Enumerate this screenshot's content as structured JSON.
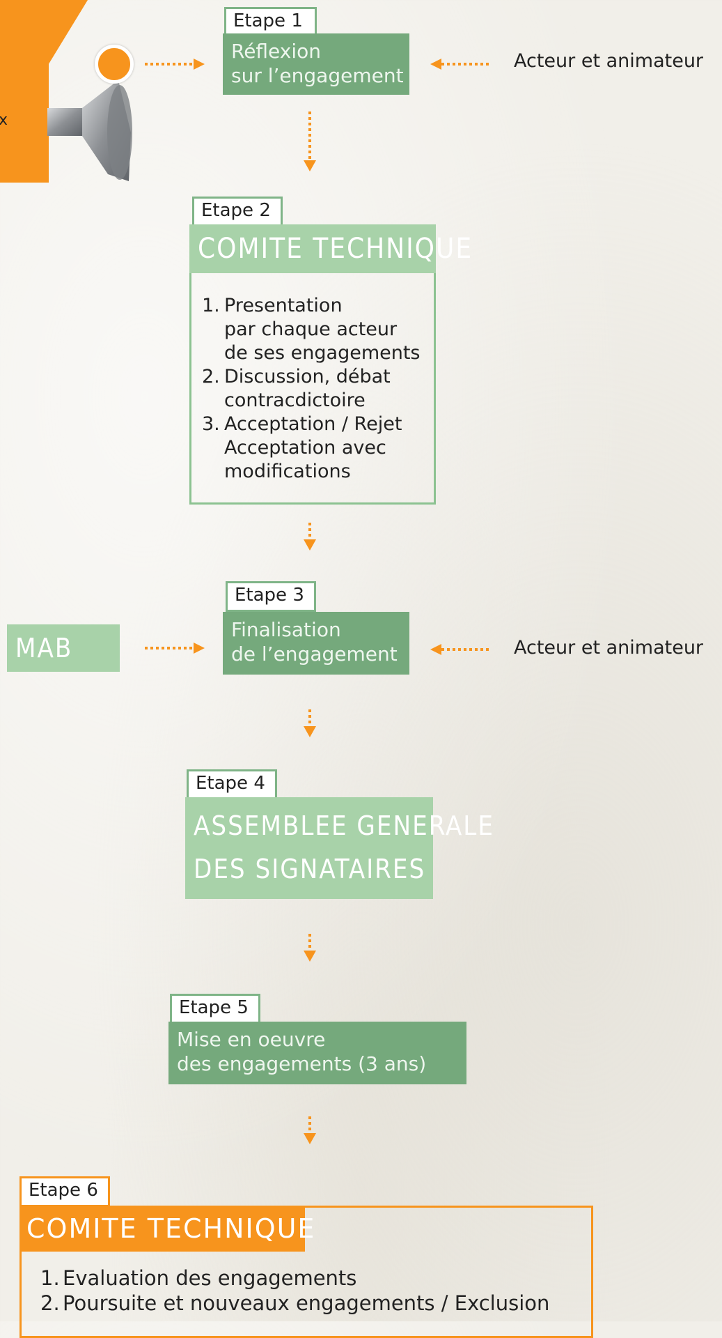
{
  "left_panel": {
    "snippet": "x"
  },
  "steps": [
    {
      "label": "Etape 1",
      "lines": [
        "Réflexion",
        "sur l’engagement"
      ],
      "side_right": "Acteur et animateur"
    },
    {
      "label": "Etape 2",
      "header": "Comite technique",
      "items": [
        {
          "num": "1.",
          "lines": [
            "Presentation",
            "par chaque acteur",
            "de ses engagements"
          ]
        },
        {
          "num": "2.",
          "lines": [
            "Discussion, débat",
            "contracdictoire"
          ]
        },
        {
          "num": "3.",
          "lines": [
            "Acceptation / Rejet",
            "Acceptation avec",
            "modifications"
          ]
        }
      ]
    },
    {
      "label": "Etape 3",
      "lines": [
        "Finalisation",
        "de l’engagement"
      ],
      "side_right": "Acteur et animateur",
      "side_left": "MAB"
    },
    {
      "label": "Etape 4",
      "header_lines": [
        "Assemblee generale",
        "des signataires"
      ]
    },
    {
      "label": "Etape 5",
      "lines": [
        "Mise en oeuvre",
        "des engagements (3 ans)"
      ]
    },
    {
      "label": "Etape 6",
      "header": "Comite technique",
      "items": [
        {
          "num": "1.",
          "text": "Evaluation des engagements"
        },
        {
          "num": "2.",
          "text": "Poursuite et nouveaux engagements / Exclusion"
        }
      ]
    }
  ],
  "colors": {
    "green_dark": "#75a97c",
    "green_light": "#a8d2a9",
    "orange": "#f7941d"
  }
}
